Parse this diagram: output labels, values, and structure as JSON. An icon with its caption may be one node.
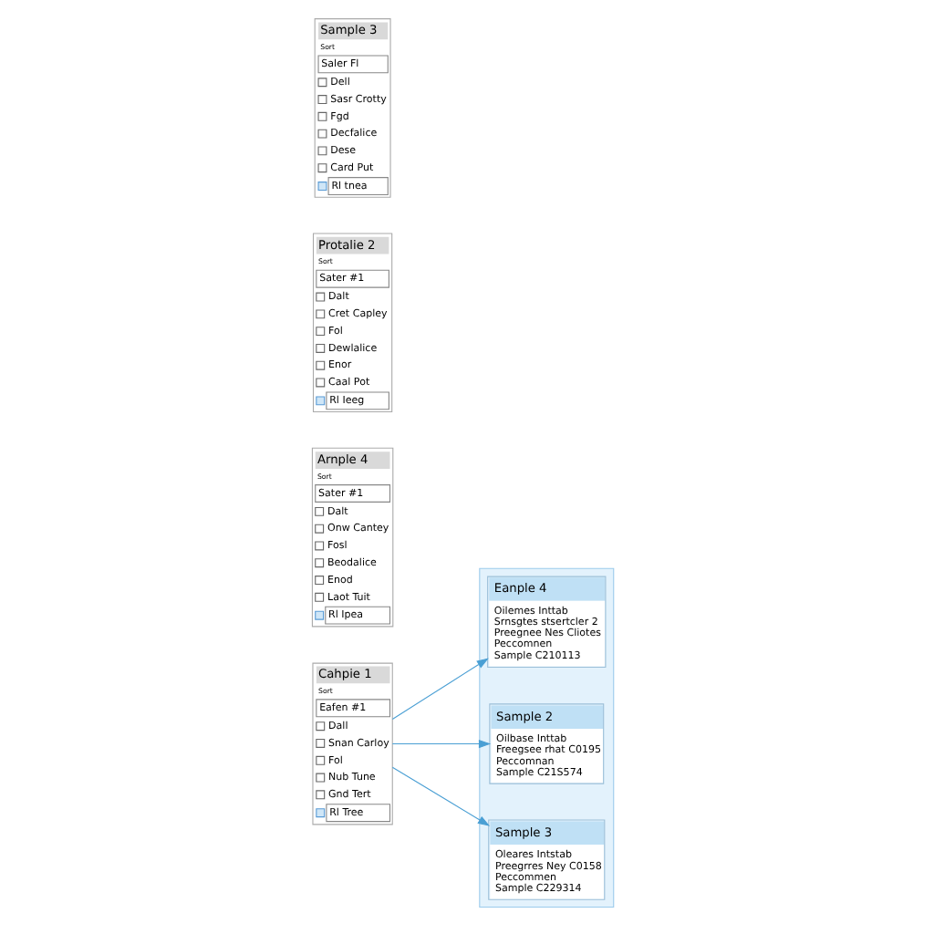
{
  "diagram": {
    "nodes": [
      {
        "text": [],
        "shape": "box"
      },
      {
        "text": [
          "Eanple 4",
          "Oilemes Inttab",
          "Srnsgtes stsertcler 2",
          "Preegnee Nes Cliotes",
          "Peccomnen",
          "Sample C210113"
        ],
        "in": 0
      },
      {
        "text": [
          "Sample 2",
          "Oilbase Inttab",
          "Freegsee rhat C0195",
          "Peccomnan",
          "Sample C21S574"
        ],
        "in": 0
      },
      {
        "text": [
          "Sample 3",
          "Oleares Intstab",
          "Preegrres Ney C0158",
          "Peccommen",
          "Sample C229314"
        ],
        "in": 0
      },
      {
        "text": [
          "Cahpie 1",
          "Sort",
          "Eafen #1",
          "Dall",
          "Snan Carloy",
          "Fol",
          "Nub Tune",
          "Gnd Tert",
          "Rl Tree"
        ]
      },
      {
        "text": [
          "Arnple 4",
          "Sort",
          "Sater #1",
          "Dalt",
          "Onw Cantey",
          "Fosl",
          "Beodalice",
          "Enod",
          "Laot Tuit",
          "Rl Ipea"
        ]
      },
      {
        "text": [
          "Protalie 2",
          "Sort",
          "Sater #1",
          "Dalt",
          "Cret Capley",
          "Fol",
          "Dewlalice",
          "Enor",
          "Caal Pot",
          "Rl Ieeg"
        ]
      },
      {
        "text": [
          "Sample 3",
          "Sort",
          "Saler Fl",
          "Dell",
          "Sasr Crotty",
          "Fgd",
          "Decfalice",
          "Dese",
          "Card Put",
          "Rl tnea"
        ]
      }
    ],
    "edges": [
      {
        "from": 4,
        "to": 1,
        "arrow": "to"
      },
      {
        "from": 4,
        "to": 2,
        "arrow": "to"
      },
      {
        "from": 4,
        "to": 3,
        "arrow": "to"
      }
    ]
  }
}
